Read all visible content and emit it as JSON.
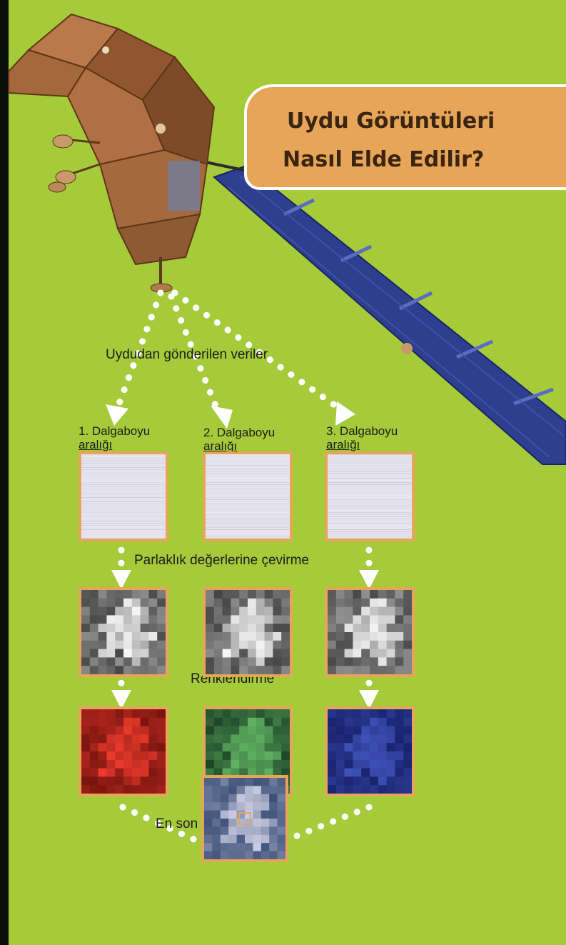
{
  "title": {
    "line1": "Uydu Görüntüleri",
    "line2": "Nasıl Elde Edilir?"
  },
  "labels": {
    "sent_data": "Uydudan gönderilen veriler",
    "brightness": "Parlaklık değerlerine çevirme",
    "coloring": "Renklendirme",
    "final_image": "En son renkli görüntü"
  },
  "bands": [
    {
      "line1": "1. Dalgaboyu",
      "line2": "aralığı"
    },
    {
      "line1": "2. Dalgaboyu",
      "line2": "aralığı"
    },
    {
      "line1": "3. Dalgaboyu",
      "line2": "aralığı"
    }
  ],
  "colors": {
    "background": "#a6cb3a",
    "title_box": "#e6a559",
    "title_text": "#3b2410",
    "tile_border": "#e6a559",
    "arrows": "#ffffff",
    "solar_panel": "#2f3f8f",
    "satellite_body": "#a5683a"
  },
  "icons": [
    "satellite-icon",
    "arrow-icon"
  ]
}
